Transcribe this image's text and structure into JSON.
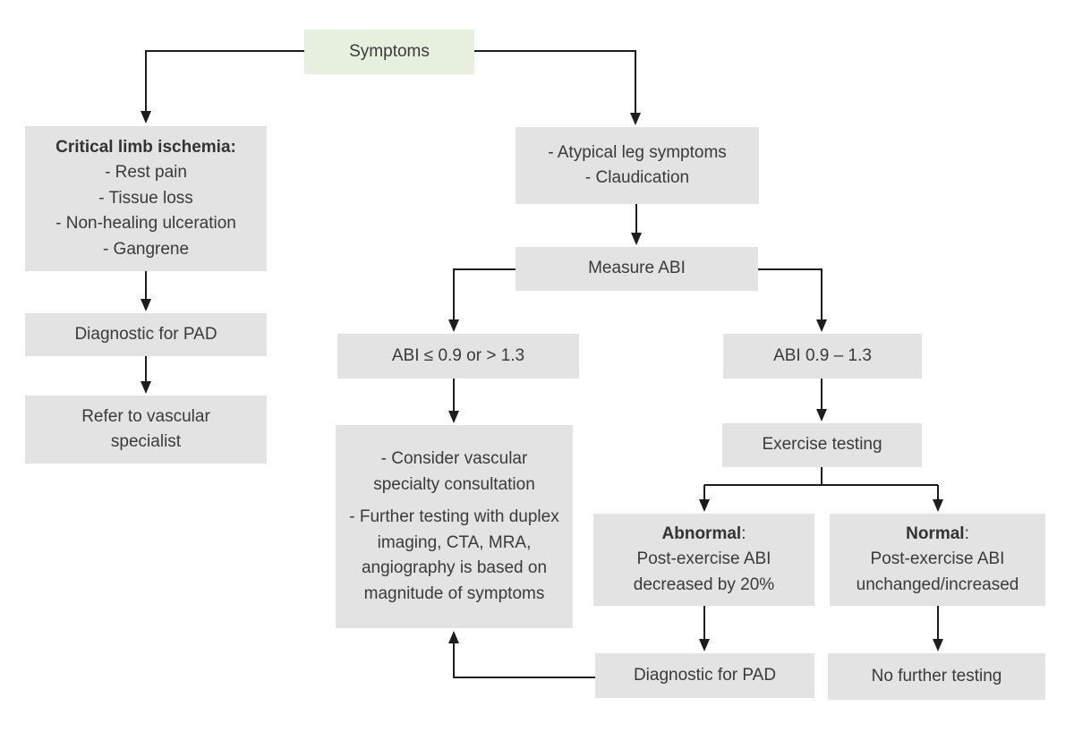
{
  "colors": {
    "box_gray": "#e3e3e3",
    "box_green": "#e7f0de",
    "line": "#1d1d1d",
    "text": "#3a3a3a"
  },
  "nodes": {
    "symptoms": {
      "label": "Symptoms"
    },
    "critical_limb_ischemia": {
      "title": "Critical limb ischemia:",
      "lines": [
        "- Rest pain",
        "- Tissue loss",
        "- Non-healing ulceration",
        "- Gangrene"
      ]
    },
    "diagnostic_for_pad_left": {
      "label": "Diagnostic for PAD"
    },
    "refer_vascular_specialist": {
      "lines": [
        "Refer to vascular",
        "specialist"
      ]
    },
    "atypical_claudication": {
      "lines": [
        "- Atypical leg symptoms",
        "- Claudication"
      ]
    },
    "measure_abi": {
      "label": "Measure ABI"
    },
    "abi_abnormal_range": {
      "label": "ABI ≤ 0.9 or > 1.3"
    },
    "abi_normal_range": {
      "label": "ABI 0.9 – 1.3"
    },
    "consider_consultation": {
      "paragraphs": [
        "- Consider vascular specialty consultation",
        "- Further testing with duplex imaging, CTA, MRA, angiography is based on magnitude of symptoms"
      ]
    },
    "exercise_testing": {
      "label": "Exercise testing"
    },
    "abnormal_result": {
      "title": "Abnormal",
      "title_suffix": ":",
      "lines": [
        "Post-exercise ABI",
        "decreased by 20%"
      ]
    },
    "normal_result": {
      "title": "Normal",
      "title_suffix": ":",
      "lines": [
        "Post-exercise ABI",
        "unchanged/increased"
      ]
    },
    "diagnostic_for_pad_bottom": {
      "label": "Diagnostic for PAD"
    },
    "no_further_testing": {
      "label": "No further testing"
    }
  },
  "edges": [
    {
      "from": "symptoms",
      "to": "critical_limb_ischemia"
    },
    {
      "from": "symptoms",
      "to": "atypical_claudication"
    },
    {
      "from": "critical_limb_ischemia",
      "to": "diagnostic_for_pad_left"
    },
    {
      "from": "diagnostic_for_pad_left",
      "to": "refer_vascular_specialist"
    },
    {
      "from": "atypical_claudication",
      "to": "measure_abi"
    },
    {
      "from": "measure_abi",
      "to": "abi_abnormal_range"
    },
    {
      "from": "measure_abi",
      "to": "abi_normal_range"
    },
    {
      "from": "abi_abnormal_range",
      "to": "consider_consultation"
    },
    {
      "from": "abi_normal_range",
      "to": "exercise_testing"
    },
    {
      "from": "exercise_testing",
      "to": "abnormal_result"
    },
    {
      "from": "exercise_testing",
      "to": "normal_result"
    },
    {
      "from": "abnormal_result",
      "to": "diagnostic_for_pad_bottom"
    },
    {
      "from": "normal_result",
      "to": "no_further_testing"
    },
    {
      "from": "diagnostic_for_pad_bottom",
      "to": "consider_consultation"
    }
  ]
}
